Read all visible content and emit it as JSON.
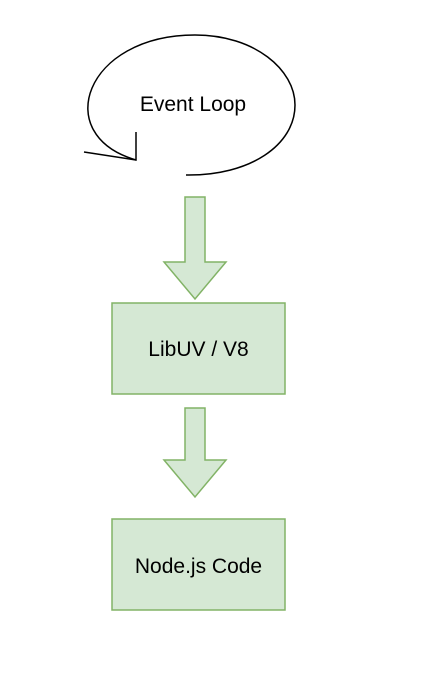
{
  "diagram": {
    "nodes": [
      {
        "id": "event-loop",
        "label": "Event Loop",
        "shape": "loop-arrow"
      },
      {
        "id": "libuv-v8",
        "label": "LibUV / V8",
        "shape": "rectangle"
      },
      {
        "id": "nodejs-code",
        "label": "Node.js Code",
        "shape": "rectangle"
      }
    ],
    "edges": [
      {
        "from": "event-loop",
        "to": "libuv-v8",
        "style": "block-arrow-down"
      },
      {
        "from": "libuv-v8",
        "to": "nodejs-code",
        "style": "block-arrow-down"
      }
    ],
    "colors": {
      "box_fill": "#d5e8d4",
      "box_stroke": "#82b366",
      "loop_stroke": "#000000",
      "text": "#000000",
      "background": "#ffffff"
    }
  }
}
